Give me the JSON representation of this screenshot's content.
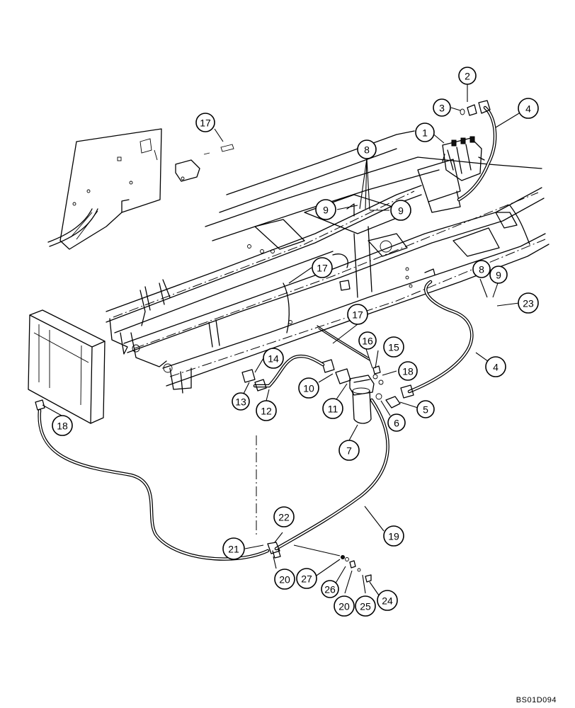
{
  "drawing_code": "BS01D094",
  "callouts": [
    {
      "id": "c1",
      "label": "1"
    },
    {
      "id": "c2",
      "label": "2"
    },
    {
      "id": "c3",
      "label": "3"
    },
    {
      "id": "c4a",
      "label": "4"
    },
    {
      "id": "c4b",
      "label": "4"
    },
    {
      "id": "c5",
      "label": "5"
    },
    {
      "id": "c6",
      "label": "6"
    },
    {
      "id": "c7",
      "label": "7"
    },
    {
      "id": "c8a",
      "label": "8"
    },
    {
      "id": "c8b",
      "label": "8"
    },
    {
      "id": "c9a",
      "label": "9"
    },
    {
      "id": "c9b",
      "label": "9"
    },
    {
      "id": "c9c",
      "label": "9"
    },
    {
      "id": "c10",
      "label": "10"
    },
    {
      "id": "c11",
      "label": "11"
    },
    {
      "id": "c12",
      "label": "12"
    },
    {
      "id": "c13",
      "label": "13"
    },
    {
      "id": "c14",
      "label": "14"
    },
    {
      "id": "c15",
      "label": "15"
    },
    {
      "id": "c16",
      "label": "16"
    },
    {
      "id": "c17a",
      "label": "17"
    },
    {
      "id": "c17b",
      "label": "17"
    },
    {
      "id": "c17c",
      "label": "17"
    },
    {
      "id": "c18a",
      "label": "18"
    },
    {
      "id": "c18b",
      "label": "18"
    },
    {
      "id": "c19",
      "label": "19"
    },
    {
      "id": "c20a",
      "label": "20"
    },
    {
      "id": "c20b",
      "label": "20"
    },
    {
      "id": "c21",
      "label": "21"
    },
    {
      "id": "c22",
      "label": "22"
    },
    {
      "id": "c23",
      "label": "23"
    },
    {
      "id": "c24",
      "label": "24"
    },
    {
      "id": "c25",
      "label": "25"
    },
    {
      "id": "c26",
      "label": "26"
    },
    {
      "id": "c27",
      "label": "27"
    }
  ]
}
